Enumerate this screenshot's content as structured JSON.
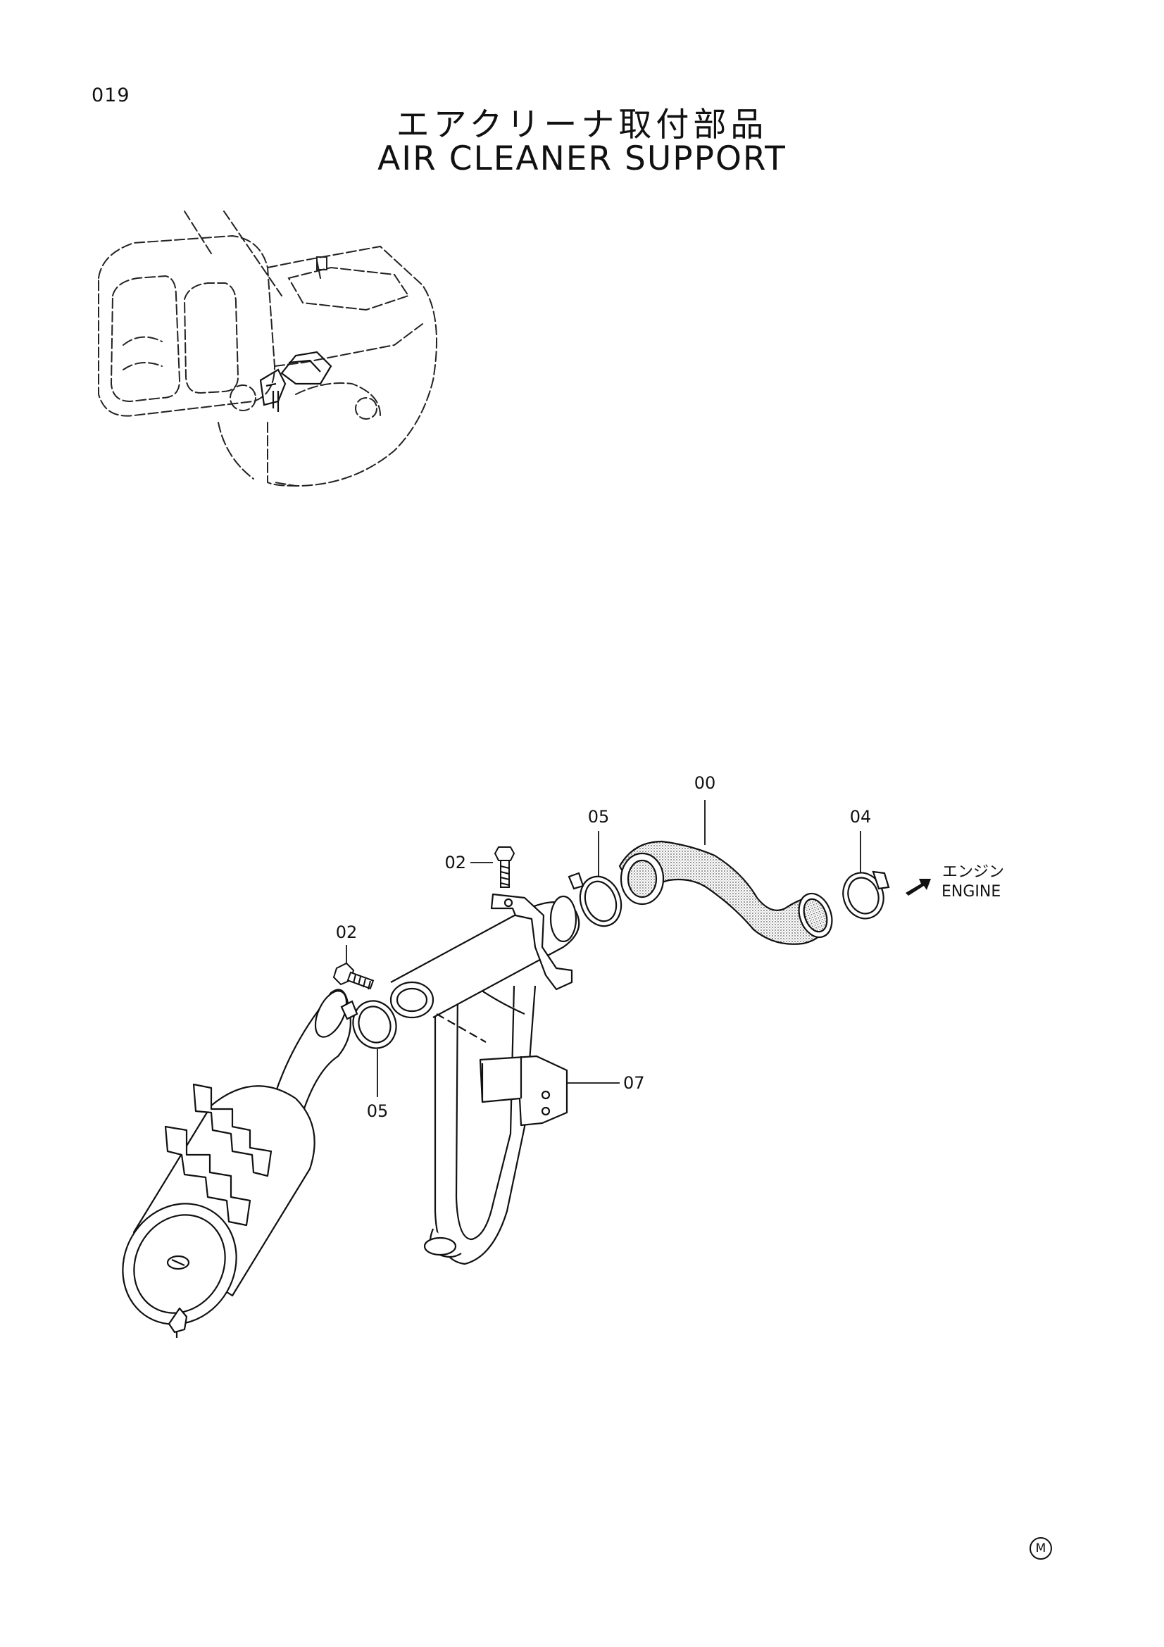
{
  "page": {
    "number": "019",
    "title_jp": "エアクリーナ取付部品",
    "title_en": "AIR CLEANER SUPPORT"
  },
  "callouts": [
    {
      "id": "hose",
      "label": "00"
    },
    {
      "id": "clamp-top",
      "label": "05"
    },
    {
      "id": "clamp-engine",
      "label": "04"
    },
    {
      "id": "bolt-top",
      "label": "02"
    },
    {
      "id": "bolt-left",
      "label": "02"
    },
    {
      "id": "clamp-bottom",
      "label": "05"
    },
    {
      "id": "bracket",
      "label": "07"
    }
  ],
  "direction": {
    "label_jp": "エンジン",
    "label_en": "ENGINE",
    "icon": "arrow-icon"
  },
  "mark": "M"
}
